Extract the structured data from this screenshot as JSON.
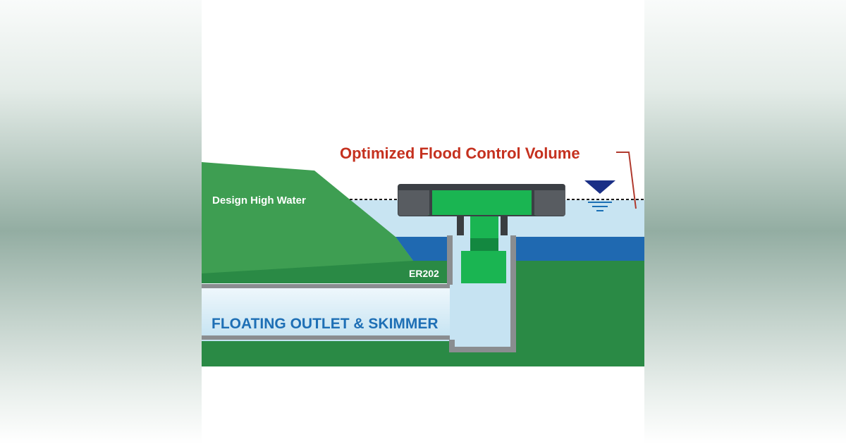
{
  "labels": {
    "flood_volume": "Optimized Flood Control Volume",
    "design_high_water": "Design High Water",
    "model": "ER202",
    "product": "FLOATING OUTLET & SKIMMER"
  },
  "colors": {
    "ground_green": "#2a8a45",
    "berm_green": "#3e9e52",
    "device_green": "#1ab552",
    "float_gray": "#585c61",
    "water_light_blue": "#c8e4f2",
    "water_deep_blue": "#1f69b1",
    "label_red": "#c5311f",
    "label_blue": "#1e6fb5",
    "water_symbol_navy": "#1a2f86",
    "pipe_gray": "#8a8d90"
  },
  "icons": [
    "water-level-symbol-icon"
  ]
}
